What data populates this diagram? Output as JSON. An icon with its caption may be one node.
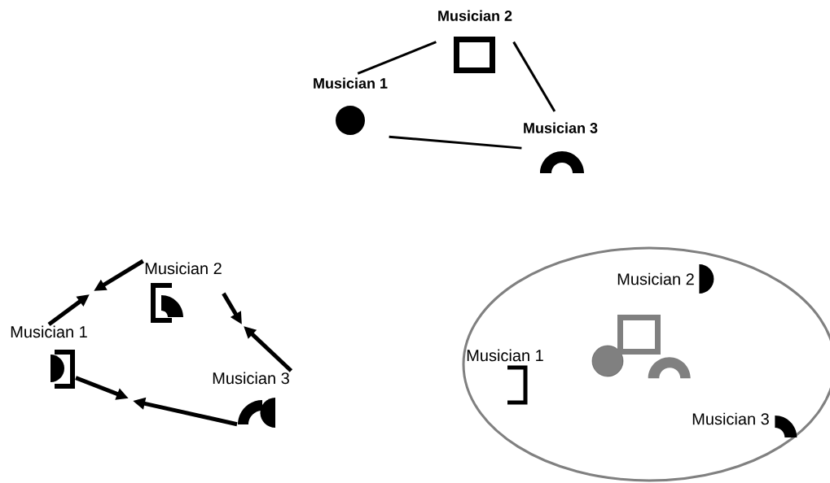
{
  "diagram": {
    "nodes": [
      {
        "text": [
          "Musician 1"
        ]
      },
      {
        "text": [
          "Musician 2"
        ]
      },
      {
        "text": [
          "Musician 3"
        ]
      },
      {
        "text": [
          "Musician 1"
        ]
      },
      {
        "text": [
          "Musician 2"
        ]
      },
      {
        "text": [
          "Musician 3"
        ]
      },
      {
        "text": [],
        "shape": "ellipse"
      },
      {
        "text": [
          "Musician 1"
        ],
        "in": 6
      },
      {
        "text": [
          "Musician 2"
        ],
        "in": 6
      },
      {
        "text": [
          "Musician 3"
        ],
        "in": 6
      },
      {
        "text": [],
        "shape": "circle",
        "in": 6
      },
      {
        "text": [],
        "shape": "box",
        "in": 6
      },
      {
        "text": [],
        "shape": "arch",
        "in": 6
      }
    ],
    "edges": [
      {
        "from": 0,
        "to": 1,
        "arrow": "none"
      },
      {
        "from": 1,
        "to": 2,
        "arrow": "none"
      },
      {
        "from": 0,
        "to": 2,
        "arrow": "none"
      },
      {
        "from": 3,
        "to": null,
        "arrow": "to"
      },
      {
        "from": 4,
        "to": null,
        "arrow": "to"
      },
      {
        "from": 4,
        "to": null,
        "arrow": "to"
      },
      {
        "from": 5,
        "to": null,
        "arrow": "to"
      },
      {
        "from": 3,
        "to": null,
        "arrow": "to"
      },
      {
        "from": 5,
        "to": null,
        "arrow": "to"
      }
    ]
  }
}
